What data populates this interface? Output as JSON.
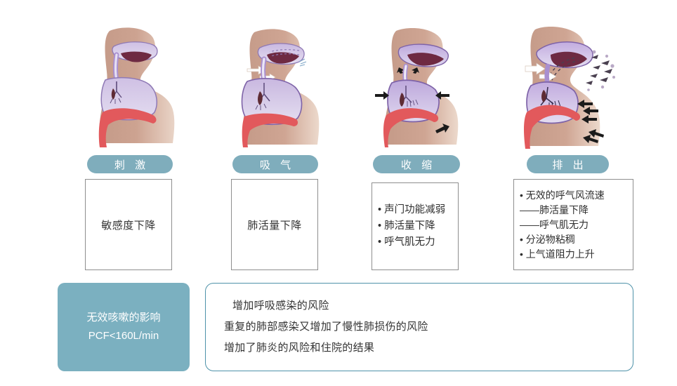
{
  "slide": {
    "background_color": "#ffffff",
    "accent_color": "#7fadbc",
    "panel_color": "#7bb0c0",
    "outline_color": "#4e92a9"
  },
  "columns": [
    {
      "id": "stimulus",
      "pill_label": "刺 激",
      "illustration_name": "airway-stimulus-diagram",
      "box_style": "center",
      "lines": [
        "敏感度下降"
      ]
    },
    {
      "id": "inhalation",
      "pill_label": "吸 气",
      "illustration_name": "airway-inhalation-diagram",
      "box_style": "center",
      "lines": [
        "肺活量下降"
      ]
    },
    {
      "id": "compression",
      "pill_label": "收 缩",
      "illustration_name": "airway-compression-diagram",
      "box_style": "list",
      "lines": [
        "• 声门功能减弱",
        "• 肺活量下降",
        "• 呼气肌无力"
      ]
    },
    {
      "id": "expulsion",
      "pill_label": "排 出",
      "illustration_name": "airway-expulsion-diagram",
      "box_style": "list",
      "lines": [
        "• 无效的呼气风流速",
        "——肺活量下降",
        "——呼气肌无力",
        "• 分泌物粘稠",
        "• 上气道阻力上升"
      ]
    }
  ],
  "summary_panel": {
    "title": "无效咳嗽的影响",
    "metric": "PCF<160L/min"
  },
  "outcome_panel": {
    "lines": [
      "增加呼吸感染的风险",
      "重复的肺部感染又增加了慢性肺损伤的风险",
      "增加了肺炎的风险和住院的结果"
    ]
  }
}
